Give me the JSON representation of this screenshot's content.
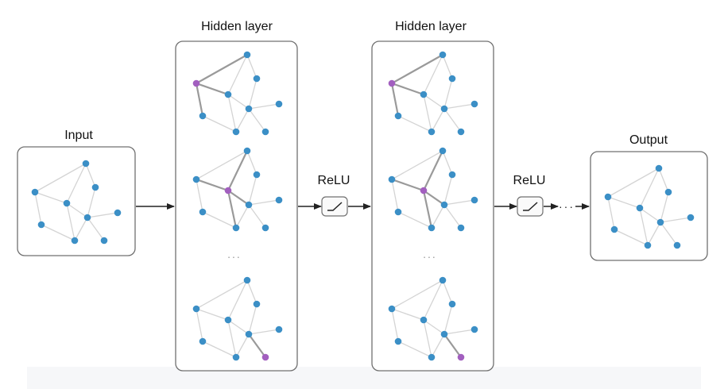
{
  "labels": {
    "input": "Input",
    "hidden_1": "Hidden layer",
    "hidden_2": "Hidden layer",
    "relu_1": "ReLU",
    "relu_2": "ReLU",
    "output": "Output",
    "ellipsis_hidden_1": "...",
    "ellipsis_hidden_2": "...",
    "ellipsis_chain": "···"
  },
  "colors": {
    "node": "#3b8fc6",
    "highlight_node": "#a25fbf",
    "edge": "#d4d4d4",
    "highlight_edge": "#9a9a9a",
    "box_border": "#707070",
    "arrow": "#222222"
  },
  "icons": {
    "activation": "relu-curve-icon",
    "arrows": "arrow-right-icon"
  }
}
